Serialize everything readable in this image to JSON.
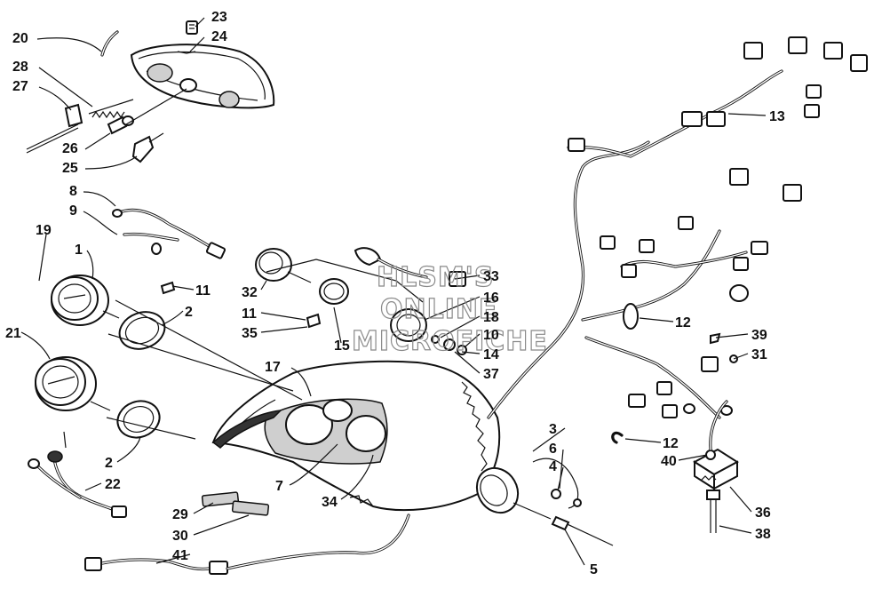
{
  "watermark": [
    "HLSM'S",
    "ONLINE",
    "MICROFICHE"
  ],
  "callouts": [
    {
      "id": "c23",
      "label": "23"
    },
    {
      "id": "c24",
      "label": "24"
    },
    {
      "id": "c20",
      "label": "20"
    },
    {
      "id": "c28",
      "label": "28"
    },
    {
      "id": "c27",
      "label": "27"
    },
    {
      "id": "c26",
      "label": "26"
    },
    {
      "id": "c25",
      "label": "25"
    },
    {
      "id": "c8",
      "label": "8"
    },
    {
      "id": "c9",
      "label": "9"
    },
    {
      "id": "c19",
      "label": "19"
    },
    {
      "id": "c1",
      "label": "1"
    },
    {
      "id": "c11a",
      "label": "11"
    },
    {
      "id": "c2a",
      "label": "2"
    },
    {
      "id": "c21",
      "label": "21"
    },
    {
      "id": "c2b",
      "label": "2"
    },
    {
      "id": "c22",
      "label": "22"
    },
    {
      "id": "c32",
      "label": "32"
    },
    {
      "id": "c11b",
      "label": "11"
    },
    {
      "id": "c35",
      "label": "35"
    },
    {
      "id": "c15",
      "label": "15"
    },
    {
      "id": "c33",
      "label": "33"
    },
    {
      "id": "c16",
      "label": "16"
    },
    {
      "id": "c18",
      "label": "18"
    },
    {
      "id": "c10",
      "label": "10"
    },
    {
      "id": "c14",
      "label": "14"
    },
    {
      "id": "c37",
      "label": "37"
    },
    {
      "id": "c17",
      "label": "17"
    },
    {
      "id": "c7",
      "label": "7"
    },
    {
      "id": "c34",
      "label": "34"
    },
    {
      "id": "c29",
      "label": "29"
    },
    {
      "id": "c30",
      "label": "30"
    },
    {
      "id": "c41",
      "label": "41"
    },
    {
      "id": "c3",
      "label": "3"
    },
    {
      "id": "c6",
      "label": "6"
    },
    {
      "id": "c4",
      "label": "4"
    },
    {
      "id": "c5",
      "label": "5"
    },
    {
      "id": "c13",
      "label": "13"
    },
    {
      "id": "c12a",
      "label": "12"
    },
    {
      "id": "c39",
      "label": "39"
    },
    {
      "id": "c31",
      "label": "31"
    },
    {
      "id": "c12b",
      "label": "12"
    },
    {
      "id": "c40",
      "label": "40"
    },
    {
      "id": "c36",
      "label": "36"
    },
    {
      "id": "c38",
      "label": "38"
    }
  ]
}
